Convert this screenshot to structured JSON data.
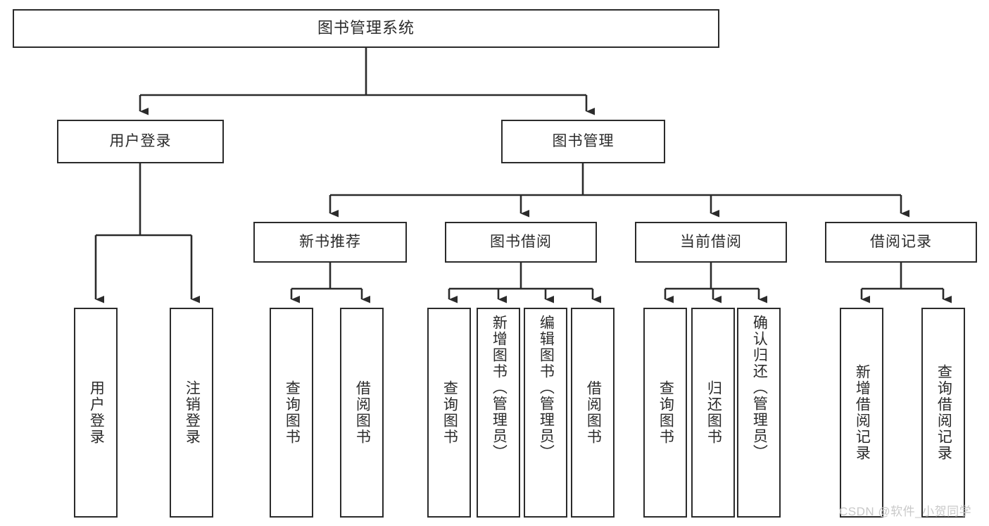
{
  "diagram": {
    "title": "图书管理系统",
    "type": "tree-hierarchy",
    "root": {
      "label": "图书管理系统"
    },
    "level2": [
      {
        "label": "用户登录"
      },
      {
        "label": "图书管理"
      }
    ],
    "level3": [
      {
        "label": "新书推荐"
      },
      {
        "label": "图书借阅"
      },
      {
        "label": "当前借阅"
      },
      {
        "label": "借阅记录"
      }
    ],
    "leaves": {
      "user_login": [
        {
          "label": "用户登录"
        },
        {
          "label": "注销登录"
        }
      ],
      "new_book_recommend": [
        {
          "label": "查询图书"
        },
        {
          "label": "借阅图书"
        }
      ],
      "book_borrow": [
        {
          "label": "查询图书"
        },
        {
          "label": "新增图书（管理员）"
        },
        {
          "label": "编辑图书（管理员）"
        },
        {
          "label": "借阅图书"
        }
      ],
      "current_borrow": [
        {
          "label": "查询图书"
        },
        {
          "label": "归还图书"
        },
        {
          "label": "确认归还（管理员）"
        }
      ],
      "borrow_record": [
        {
          "label": "新增借阅记录"
        },
        {
          "label": "查询借阅记录"
        }
      ]
    }
  },
  "watermark": {
    "text": "CSDN @软件_小贺同学"
  },
  "colors": {
    "border": "#2b2b2b",
    "background": "#ffffff",
    "text": "#2b2b2b",
    "watermark": "#c9c9c9"
  }
}
